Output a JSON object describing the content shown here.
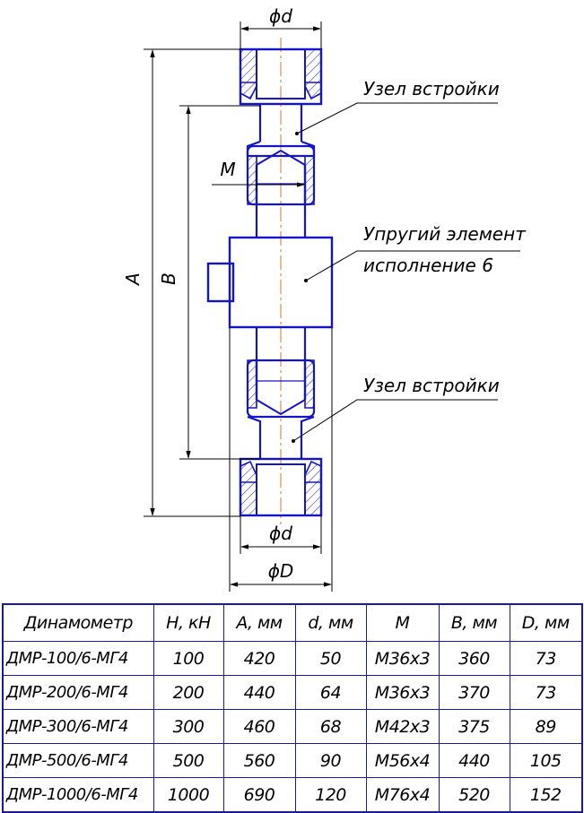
{
  "drawing": {
    "labels": {
      "diameter_d_top": "ϕd",
      "diameter_d_bottom": "ϕd",
      "diameter_D": "ϕD",
      "thread_m": "M",
      "length_a": "A",
      "length_b": "B",
      "callout_top": "Узел встройки",
      "callout_middle_line1": "Упругий элемент",
      "callout_middle_line2": "исполнение 6",
      "callout_bottom": "Узел встройки"
    },
    "colors": {
      "outline": "#1414c8",
      "hatch": "#3c3ccc",
      "dimension": "#000000",
      "axis": "#d07a2a"
    }
  },
  "table": {
    "headers": [
      "Динамометр",
      "Н, кН",
      "А, мм",
      "d, мм",
      "М",
      "В, мм",
      "D, мм"
    ],
    "rows": [
      [
        "ДМР-100/6-МГ4",
        "100",
        "420",
        "50",
        "М36х3",
        "360",
        "73"
      ],
      [
        "ДМР-200/6-МГ4",
        "200",
        "440",
        "64",
        "М36х3",
        "370",
        "73"
      ],
      [
        "ДМР-300/6-МГ4",
        "300",
        "460",
        "68",
        "М42х3",
        "375",
        "89"
      ],
      [
        "ДМР-500/6-МГ4",
        "500",
        "560",
        "90",
        "М56х4",
        "440",
        "105"
      ],
      [
        "ДМР-1000/6-МГ4",
        "1000",
        "690",
        "120",
        "М76х4",
        "520",
        "152"
      ]
    ]
  }
}
